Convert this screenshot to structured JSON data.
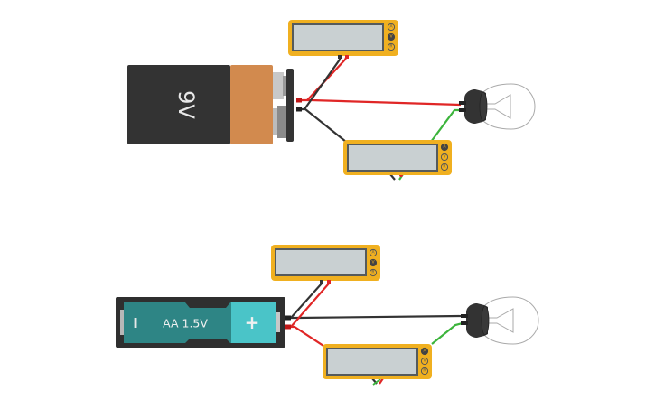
{
  "canvas": {
    "background": "#ffffff"
  },
  "colors": {
    "wire_red": "#e02626",
    "wire_black": "#333333",
    "wire_green": "#3cb43c",
    "meter_body": "#f0b020",
    "meter_screen": "#c9d0d2",
    "meter_screen_border": "#555a5c",
    "battery9v_body": "#333333",
    "battery9v_cap": "#d28a4e",
    "aa_holder": "#2f2f2f",
    "aa_cell": "#2e8585",
    "aa_positive": "#4ac4c8",
    "bulb_base": "#333333",
    "bulb_glass": "#ffffff",
    "bulb_outline": "#aaaaaa"
  },
  "circuits": [
    {
      "id": "circuit-9v",
      "battery": {
        "type": "9V",
        "label": "9V"
      },
      "meters": [
        {
          "role": "voltmeter",
          "mode": "V",
          "buttons": [
            "A",
            "V",
            "R"
          ],
          "selected": "V",
          "reading": ""
        },
        {
          "role": "ammeter",
          "mode": "A",
          "buttons": [
            "A",
            "V",
            "R"
          ],
          "selected": "A",
          "reading": ""
        }
      ],
      "bulb": {
        "state": "off"
      }
    },
    {
      "id": "circuit-aa",
      "battery": {
        "type": "AA",
        "label": "AA 1.5V",
        "neg_symbol": "I",
        "pos_symbol": "+"
      },
      "meters": [
        {
          "role": "voltmeter",
          "mode": "V",
          "buttons": [
            "A",
            "V",
            "R"
          ],
          "selected": "V",
          "reading": ""
        },
        {
          "role": "ammeter",
          "mode": "A",
          "buttons": [
            "A",
            "V",
            "R"
          ],
          "selected": "A",
          "reading": ""
        }
      ],
      "bulb": {
        "state": "off"
      }
    }
  ]
}
